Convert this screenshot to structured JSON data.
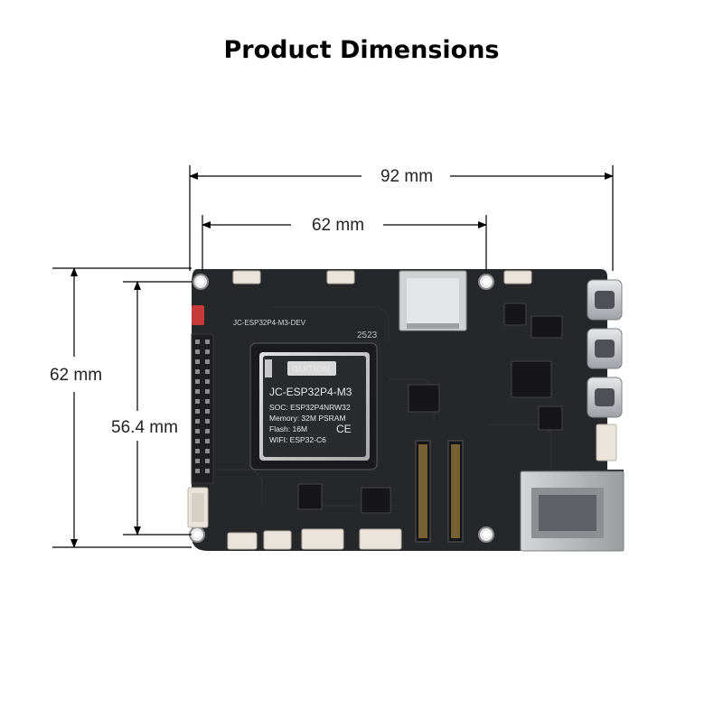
{
  "title": "Product Dimensions",
  "dimensions": {
    "total_width": "92 mm",
    "hole_spacing_width": "62 mm",
    "total_height": "62 mm",
    "hole_spacing_height": "56.4 mm"
  },
  "board": {
    "silkscreen_model": "JC-ESP32P4-M3-DEV",
    "pcb_code": "2523"
  },
  "module": {
    "brand": "GUITION",
    "model": "JC-ESP32P4-M3",
    "soc": "SOC:  ESP32P4NRW32",
    "memory": "Memory:  32M PSRAM",
    "flash": "Flash:  16M",
    "wifi": "WIFI:  ESP32-C6"
  },
  "colors": {
    "board": "#26272b",
    "module_shield": "#c9c9c9",
    "module_body": "#1b1b1d",
    "connector": "#e9e4dc",
    "usb": "#cfd2d5",
    "ethernet": "#b9bcbf",
    "pin_header": "#2a2a2a",
    "dimension_line": "#000000"
  }
}
